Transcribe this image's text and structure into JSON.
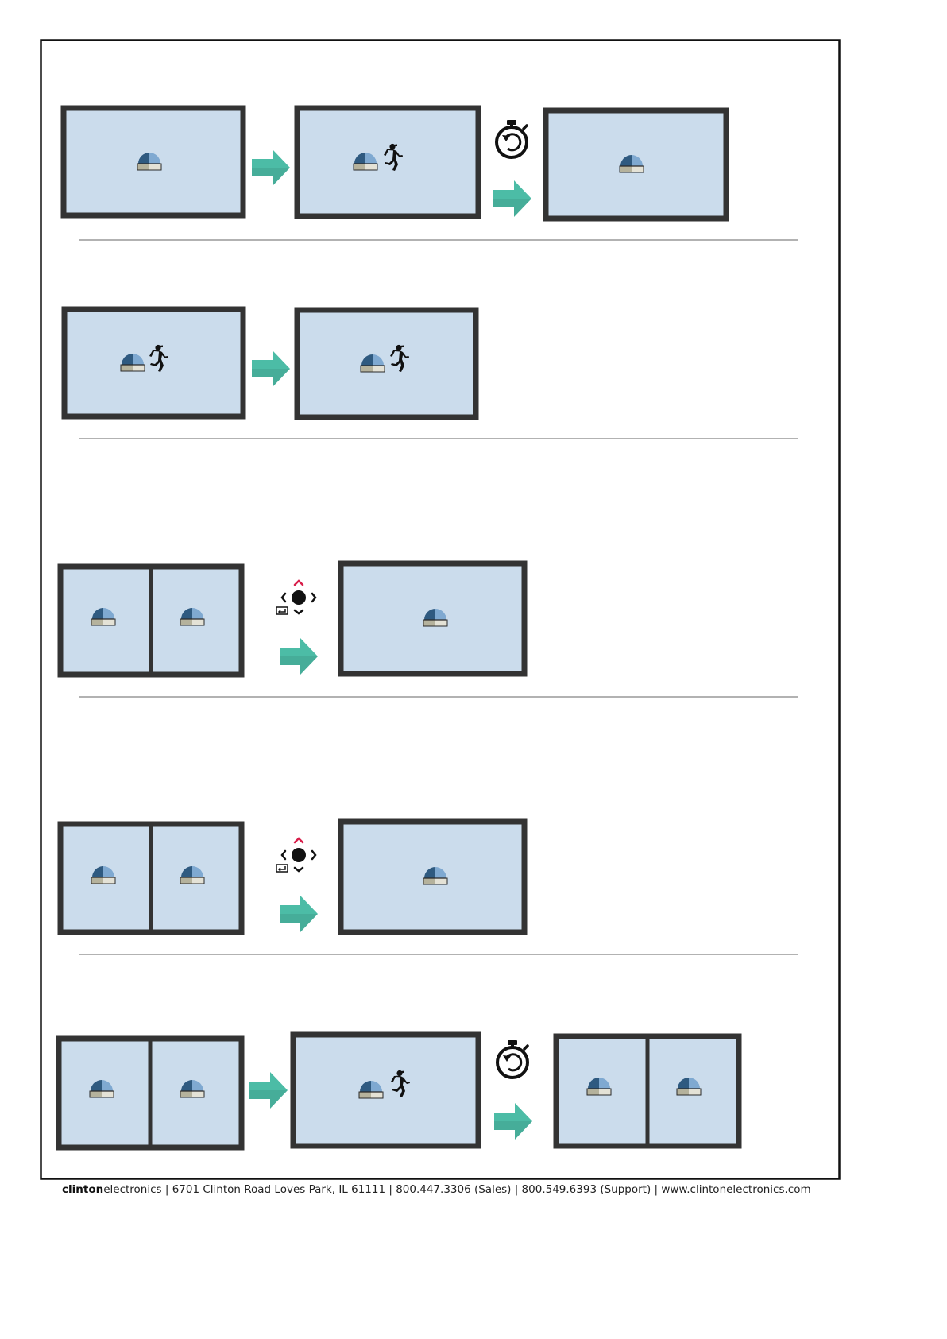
{
  "colors": {
    "border": "#333333",
    "screen_fill": "#cbdcec",
    "arrow": "#4cbca6",
    "divider": "#999999",
    "icon_black": "#111111",
    "ptz_up_accent": "#d81e4a",
    "dome_blue_dark": "#2f5a80",
    "dome_blue_light": "#7fa9d1",
    "dome_base_left": "#b5b29c",
    "dome_base_right": "#e4e2d6"
  },
  "icons": [
    "dome-camera-icon",
    "running-person-icon",
    "stopwatch-icon",
    "ptz-joystick-icon",
    "right-arrow-icon"
  ],
  "diagram_rows": [
    {
      "name": "motion-activation-timeout",
      "sequence": [
        "single-camera-screen",
        "arrow",
        "single-camera-screen-with-motion",
        "timer-arrow",
        "single-camera-screen"
      ]
    },
    {
      "name": "motion-continuous",
      "sequence": [
        "single-camera-screen-with-motion",
        "arrow",
        "single-camera-screen-with-motion"
      ]
    },
    {
      "name": "ptz-select-fullscreen",
      "sequence": [
        "split-two-camera-screen",
        "ptz-arrow",
        "single-camera-screen"
      ]
    },
    {
      "name": "ptz-select-fullscreen-2",
      "sequence": [
        "split-two-camera-screen",
        "ptz-arrow",
        "single-camera-screen"
      ]
    },
    {
      "name": "split-motion-timeout",
      "sequence": [
        "split-two-camera-screen",
        "arrow",
        "single-camera-screen-with-motion",
        "timer-arrow",
        "split-two-camera-screen"
      ]
    }
  ],
  "footer": {
    "brand_bold": "clinton",
    "brand_regular": "electronics",
    "rest": " | 6701 Clinton Road Loves Park, IL 61111 | 800.447.3306 (Sales) | 800.549.6393 (Support) | www.clintonelectronics.com"
  }
}
